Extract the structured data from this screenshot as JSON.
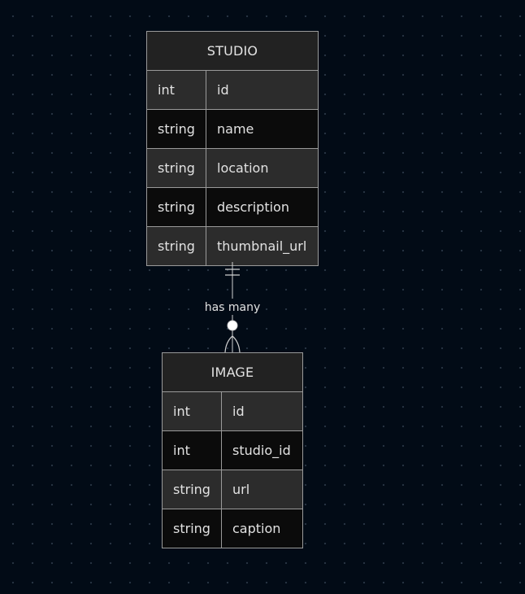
{
  "entities": {
    "studio": {
      "name": "STUDIO",
      "attributes": [
        {
          "type": "int",
          "name": "id"
        },
        {
          "type": "string",
          "name": "name"
        },
        {
          "type": "string",
          "name": "location"
        },
        {
          "type": "string",
          "name": "description"
        },
        {
          "type": "string",
          "name": "thumbnail_url"
        }
      ]
    },
    "image": {
      "name": "IMAGE",
      "attributes": [
        {
          "type": "int",
          "name": "id"
        },
        {
          "type": "int",
          "name": "studio_id"
        },
        {
          "type": "string",
          "name": "url"
        },
        {
          "type": "string",
          "name": "caption"
        }
      ]
    }
  },
  "relationship": {
    "from": "STUDIO",
    "to": "IMAGE",
    "label": "has many",
    "from_cardinality": "exactly-one",
    "to_cardinality": "zero-or-many"
  },
  "colors": {
    "background": "#020b16",
    "header": "#222222",
    "row_odd": "#2c2c2c",
    "row_even": "#0b0b0b",
    "border": "#9a9a9a",
    "text": "#e2e2e2"
  }
}
